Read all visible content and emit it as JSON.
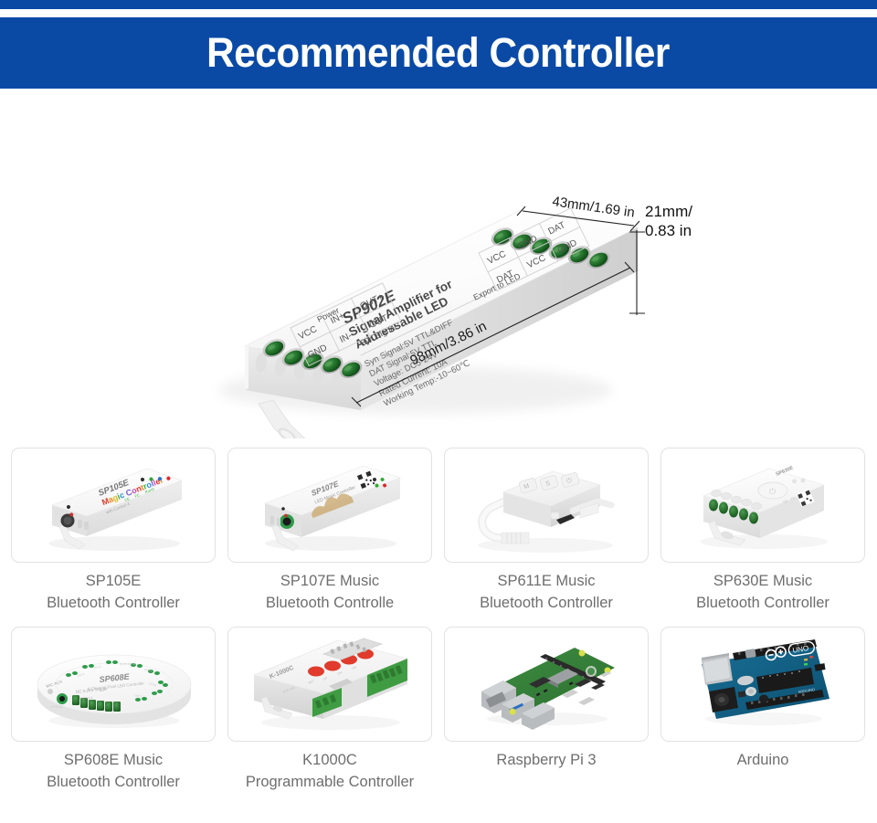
{
  "header": {
    "title": "Recommended Controller",
    "banner_color": "#0a4aa5",
    "title_color": "#ffffff"
  },
  "hero": {
    "product_name": "SP902E",
    "product_subtitle_line1": "Signal Amplifier for",
    "product_subtitle_line2": "Addressable LED",
    "specs": [
      "Syn Signal:5V TTL&DIFF",
      "DAT Signal:5V TTL",
      "Voltage: DC5-24V",
      "Rated Current: 10A",
      "Working Temp:-10~60℃"
    ],
    "input_group_label": "Power",
    "signal_group_label": "Syn Signal",
    "output_group_label": "Export to LED",
    "input_terminals": [
      "VCC",
      "GND",
      "IN+",
      "IN-",
      "OUT+",
      "OUT-"
    ],
    "output_terminals": [
      "VCC",
      "DAT",
      "GND",
      "VCC",
      "DAT",
      "GND"
    ],
    "dimensions": {
      "width_label": "43mm/1.69 in",
      "height_label_line1": "21mm/",
      "height_label_line2": "0.83 in",
      "length_label": "98mm/3.86 in"
    },
    "led_color": "#1d6b26"
  },
  "products": [
    {
      "name_line1": "SP105E",
      "name_line2": "Bluetooth Controller",
      "icon": "sp105e-controller-icon",
      "body_color": "#fdfdfd",
      "accent_color": "#27a327"
    },
    {
      "name_line1": "SP107E Music",
      "name_line2": "Bluetooth Controlle",
      "icon": "sp107e-controller-icon",
      "body_color": "#fdfdfd",
      "accent_color": "#27a327"
    },
    {
      "name_line1": "SP611E Music",
      "name_line2": "Bluetooth Controller",
      "icon": "sp611e-controller-icon",
      "body_color": "#f4f4f4",
      "accent_color": "#cccccc"
    },
    {
      "name_line1": "SP630E Music",
      "name_line2": "Bluetooth Controller",
      "icon": "sp630e-controller-icon",
      "body_color": "#f7f7f7",
      "accent_color": "#1d6b26"
    },
    {
      "name_line1": "SP608E Music",
      "name_line2": "Bluetooth Controller",
      "icon": "sp608e-round-controller-icon",
      "body_color": "#fafafa",
      "accent_color": "#1d6b26"
    },
    {
      "name_line1": "K1000C",
      "name_line2": "Programmable Controller",
      "icon": "k1000c-controller-icon",
      "body_color": "#f2f2f2",
      "accent_color": "#e03b2c"
    },
    {
      "name_line1": "Raspberry Pi 3",
      "name_line2": "",
      "icon": "raspberry-pi-board-icon",
      "body_color": "#2f7d32",
      "accent_color": "#9fbf3b"
    },
    {
      "name_line1": "Arduino",
      "name_line2": "",
      "icon": "arduino-uno-board-icon",
      "body_color": "#0a5f88",
      "accent_color": "#00979d"
    }
  ]
}
